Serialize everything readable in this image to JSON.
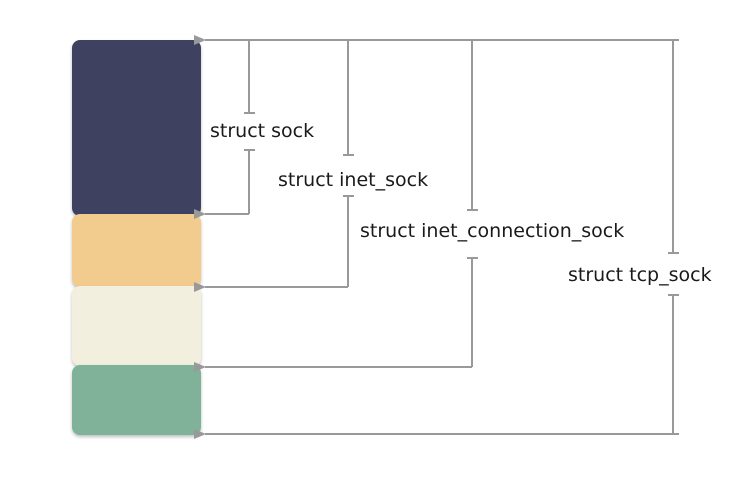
{
  "colors": {
    "sock": "#3e4260",
    "inet_sock": "#f2cb8e",
    "inet_connection_sock": "#f3efdf",
    "tcp_sock": "#80b299",
    "connector": "#999999"
  },
  "labels": {
    "sock": "struct sock",
    "inet_sock": "struct inet_sock",
    "inet_connection_sock": "struct inet_connection_sock",
    "tcp_sock": "struct tcp_sock"
  }
}
